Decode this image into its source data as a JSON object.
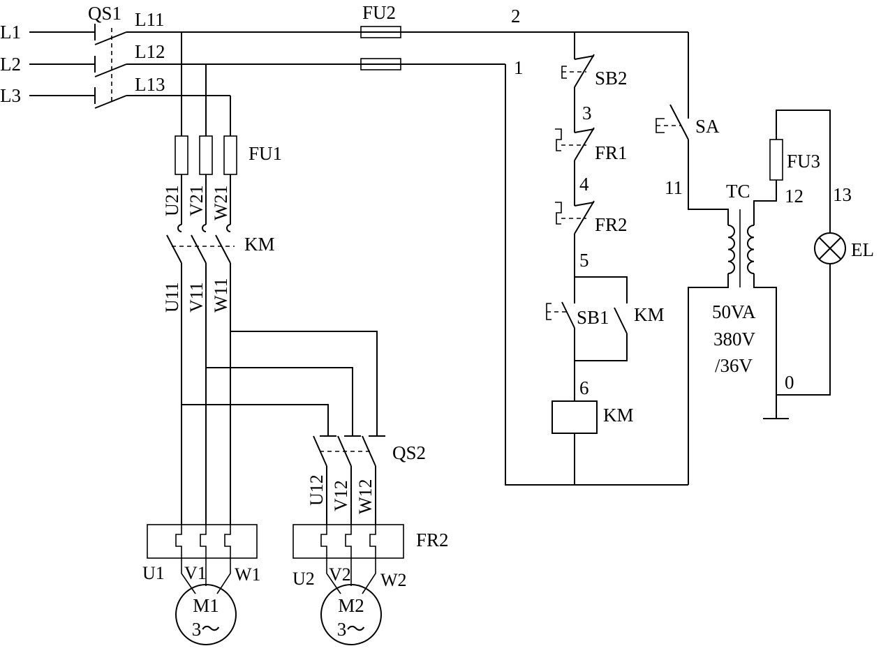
{
  "labels": {
    "l1": "L1",
    "l2": "L2",
    "l3": "L3",
    "qs1": "QS1",
    "l11": "L11",
    "l12": "L12",
    "l13": "L13",
    "fu2": "FU2",
    "n2": "2",
    "n1": "1",
    "fu1": "FU1",
    "u21": "U21",
    "v21": "V21",
    "w21": "W21",
    "km_main": "KM",
    "u11": "U11",
    "v11": "V11",
    "w11": "W11",
    "qs2": "QS2",
    "u12": "U12",
    "v12": "V12",
    "w12": "W12",
    "fr2_motor": "FR2",
    "u1": "U1",
    "v1": "V1",
    "w1": "W1",
    "u2": "U2",
    "v2": "V2",
    "w2": "W2",
    "m1": "M1",
    "m1_phase": "3～",
    "m2": "M2",
    "m2_phase": "3～",
    "sb2": "SB2",
    "n3": "3",
    "fr1": "FR1",
    "n4": "4",
    "fr2": "FR2",
    "n5": "5",
    "sb1": "SB1",
    "km_aux": "KM",
    "n6": "6",
    "km_coil": "KM",
    "sa": "SA",
    "n11": "11",
    "tc": "TC",
    "fu3": "FU3",
    "n12": "12",
    "n13": "13",
    "el": "EL",
    "tc_rating_1": "50VA",
    "tc_rating_2": "380V",
    "tc_rating_3": "/36V",
    "n0": "0"
  }
}
